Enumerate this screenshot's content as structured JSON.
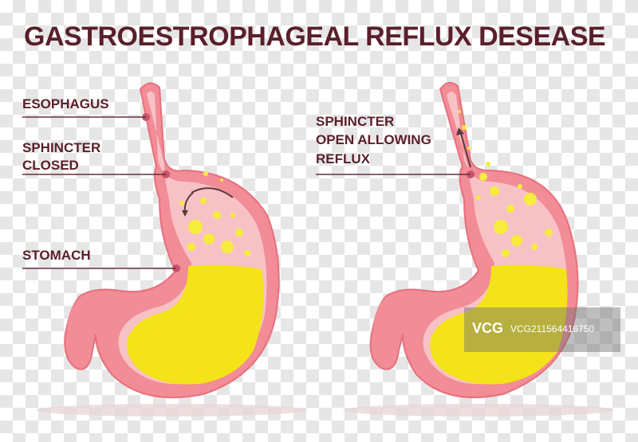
{
  "title": "GASTROESTROPHAGEAL REFLUX DESEASE",
  "labels": {
    "esophagus": "ESOPHAGUS",
    "sphincter_closed_1": "SPHINCTER",
    "sphincter_closed_2": "CLOSED",
    "stomach": "STOMACH",
    "sphincter_open_1": "SPHINCTER",
    "sphincter_open_2": "OPEN ALLOWING",
    "sphincter_open_3": "REFLUX"
  },
  "watermark": {
    "brand": "VCG",
    "id": "VCG211564416750"
  },
  "colors": {
    "title": "#5a1f2a",
    "stomach_wall": "#f28c96",
    "stomach_inner": "#f7c2c6",
    "acid": "#f3e318",
    "bubble": "#f5ec3c",
    "leader_line": "#6b2e38"
  }
}
